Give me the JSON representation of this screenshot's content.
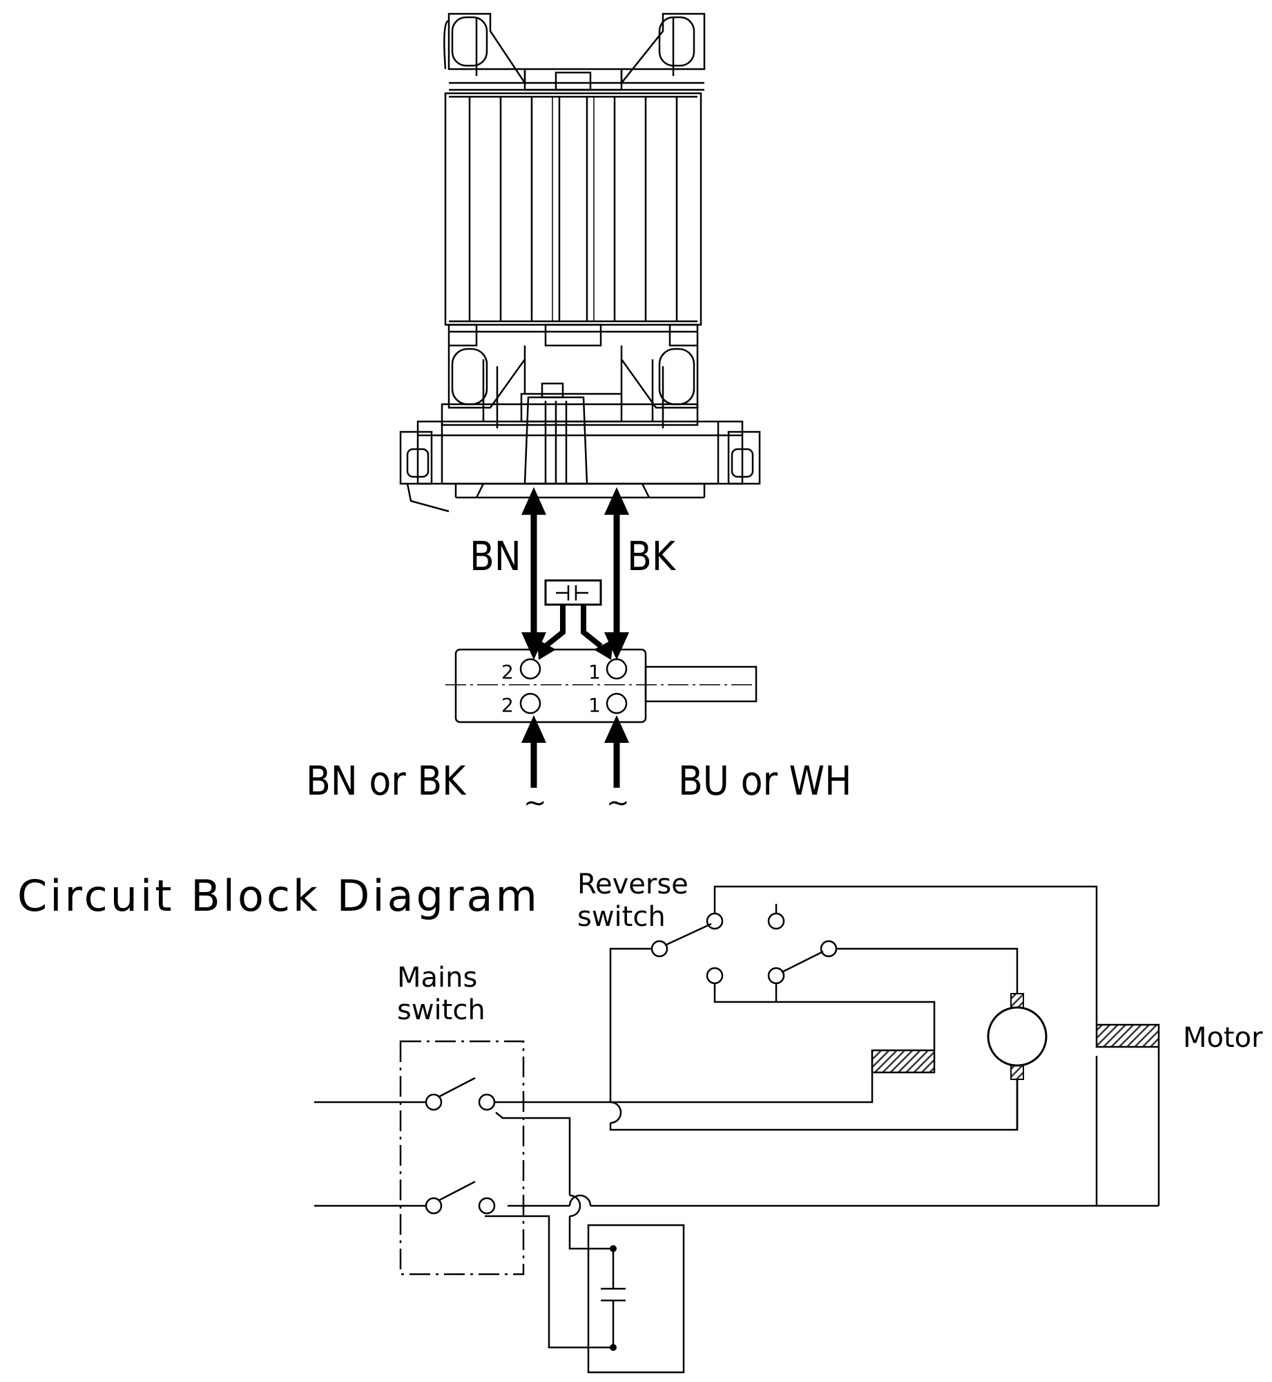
{
  "wiring": {
    "motor_lead_left": "BN",
    "motor_lead_right": "BK",
    "terminal_top_left": "2",
    "terminal_top_right": "1",
    "terminal_bottom_left": "2",
    "terminal_bottom_right": "1",
    "supply_left": "BN or BK",
    "supply_right": "BU or WH",
    "ac_symbol_left": "~",
    "ac_symbol_right": "~",
    "capacitor_icon": "capacitor-icon"
  },
  "circuit": {
    "title": "Circuit Block Diagram",
    "reverse_switch_line1": "Reverse",
    "reverse_switch_line2": "switch",
    "mains_switch_line1": "Mains",
    "mains_switch_line2": "switch",
    "motor_label": "Motor"
  }
}
